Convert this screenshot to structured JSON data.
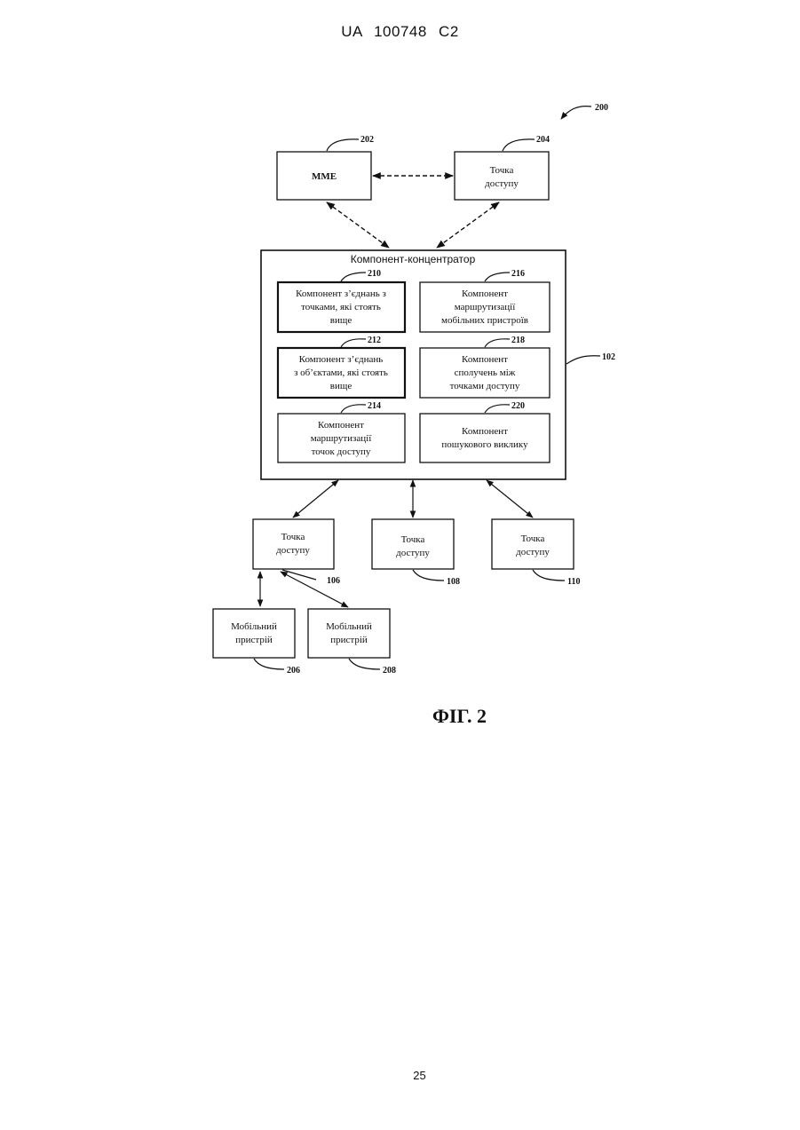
{
  "header": {
    "text": "UA   100748   C2"
  },
  "figure": {
    "caption": "ФІГ. 2",
    "ref": "200"
  },
  "mme": {
    "label": "MME",
    "ref": "202"
  },
  "ap_top": {
    "line1": "Точка",
    "line2": "доступу",
    "ref": "204"
  },
  "hub": {
    "title": "Компонент-концентратор",
    "ref": "102",
    "components": [
      {
        "id": "210",
        "lines": [
          "Компонент з’єднань з",
          "точками, які стоять",
          "вище"
        ]
      },
      {
        "id": "216",
        "lines": [
          "Компонент",
          "маршрутизації",
          "мобільних пристроїв"
        ]
      },
      {
        "id": "212",
        "lines": [
          "Компонент з’єднань",
          "з об’єктами, які стоять",
          "вище"
        ]
      },
      {
        "id": "218",
        "lines": [
          "Компонент",
          "сполучень між",
          "точками доступу"
        ]
      },
      {
        "id": "214",
        "lines": [
          "Компонент",
          "маршрутизації",
          "точок доступу"
        ]
      },
      {
        "id": "220",
        "lines": [
          "Компонент",
          "пошукового виклику"
        ]
      }
    ]
  },
  "access_points": [
    {
      "line1": "Точка",
      "line2": "доступу",
      "ref": "106"
    },
    {
      "line1": "Точка",
      "line2": "доступу",
      "ref": "108"
    },
    {
      "line1": "Точка",
      "line2": "доступу",
      "ref": "110"
    }
  ],
  "devices": [
    {
      "line1": "Мобільний",
      "line2": "пристрій",
      "ref": "206"
    },
    {
      "line1": "Мобільний",
      "line2": "пристрій",
      "ref": "208"
    }
  ],
  "page_number": "25"
}
